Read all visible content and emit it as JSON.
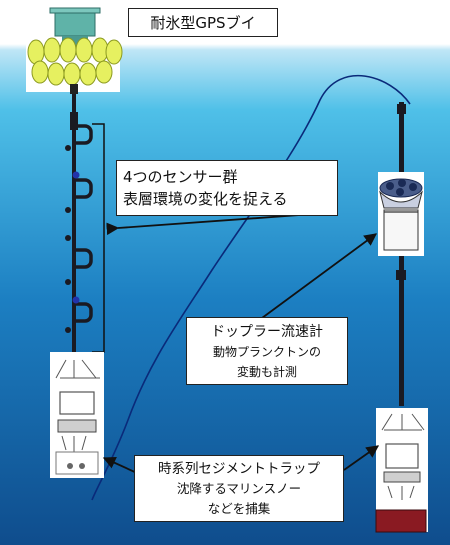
{
  "labels": {
    "buoy": "耐氷型GPSブイ",
    "sensors": [
      "4つのセンサー群",
      "表層環境の変化を捉える"
    ],
    "doppler": [
      "ドップラー流速計",
      "動物プランクトンの",
      "変動も計測"
    ],
    "trap": [
      "時系列セジメントトラップ",
      "沈降するマリンスノー",
      "などを捕集"
    ]
  },
  "colors": {
    "sea_top": "#4fc0e8",
    "sea_bottom": "#0f4d8d",
    "float_yellow": "#e6f060",
    "buoy_teal": "#5fb3a8",
    "rope_line": "#1a1a22",
    "sensor_blue": "#2233aa",
    "trap_red": "#8a1a22"
  }
}
